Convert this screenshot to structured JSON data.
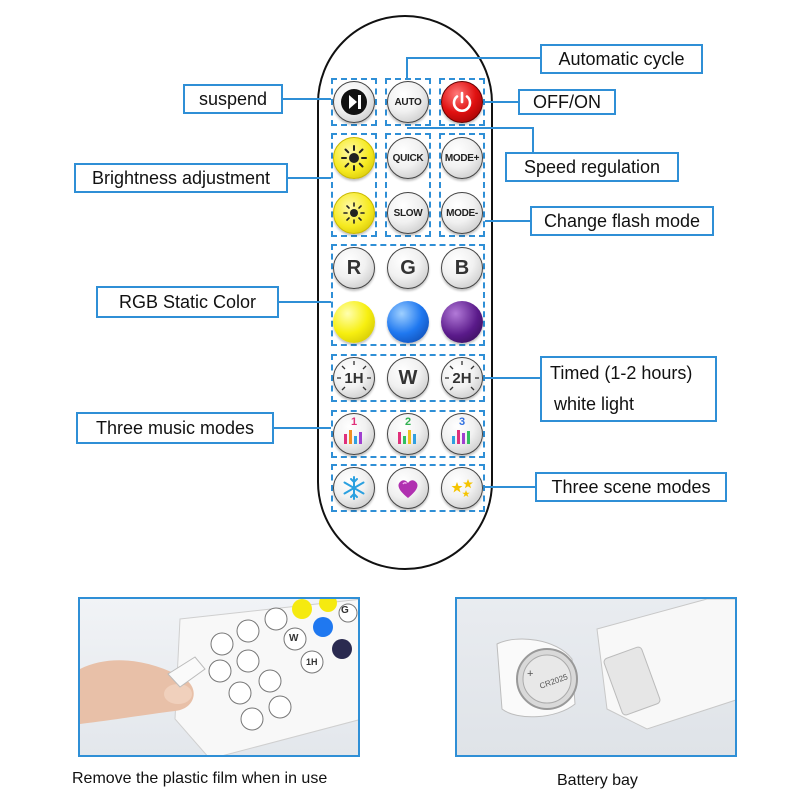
{
  "labels": {
    "suspend": "suspend",
    "automatic_cycle": "Automatic cycle",
    "off_on": "OFF/ON",
    "speed_regulation": "Speed regulation",
    "brightness_adjustment": "Brightness adjustment",
    "change_flash_mode": "Change flash mode",
    "rgb_static_color": "RGB Static Color",
    "timed": "Timed (1-2 hours)",
    "white_light": "white light",
    "three_music_modes": "Three music modes",
    "three_scene_modes": "Three scene modes"
  },
  "buttons": {
    "auto": "AUTO",
    "quick": "QUICK",
    "mode_plus": "MODE+",
    "slow": "SLOW",
    "mode_minus": "MODE-",
    "r": "R",
    "g": "G",
    "b": "B",
    "timer_1h": "1H",
    "w": "W",
    "timer_2h": "2H",
    "music_1": "1",
    "music_2": "2",
    "music_3": "3"
  },
  "photos": {
    "left_caption": "Remove the plastic film when in use",
    "right_caption": "Battery bay",
    "left_remote_buttons": [
      "G",
      "W",
      "1H"
    ],
    "battery_text": "CR2025"
  },
  "colors": {
    "accent": "#2f8fd6",
    "power_red": "#e01010",
    "static_yellow": "#f7ef10",
    "static_blue": "#1f78f0",
    "static_purple": "#5a1a8a"
  }
}
